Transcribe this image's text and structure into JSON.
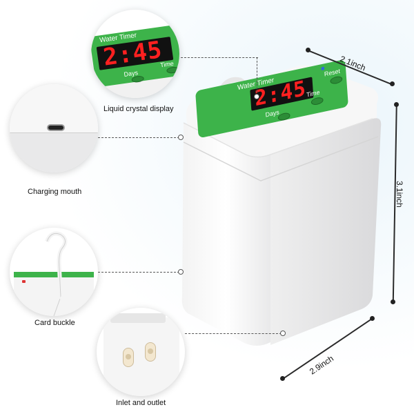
{
  "labels": {
    "display": "Liquid crystal display",
    "charging": "Charging mouth",
    "buckle": "Card buckle",
    "inlet": "Inlet and outlet"
  },
  "dimensions": {
    "width": "2.1inch",
    "height": "3.1inch",
    "depth": "2.9inch"
  },
  "device": {
    "title": "Water Timer",
    "time": "2:45",
    "buttons": {
      "days": "Days",
      "time": "Time",
      "reset": "Reset"
    }
  },
  "colors": {
    "panel_green": "#3db34a",
    "digit_red": "#ff2020",
    "body_white": "#ffffff"
  }
}
